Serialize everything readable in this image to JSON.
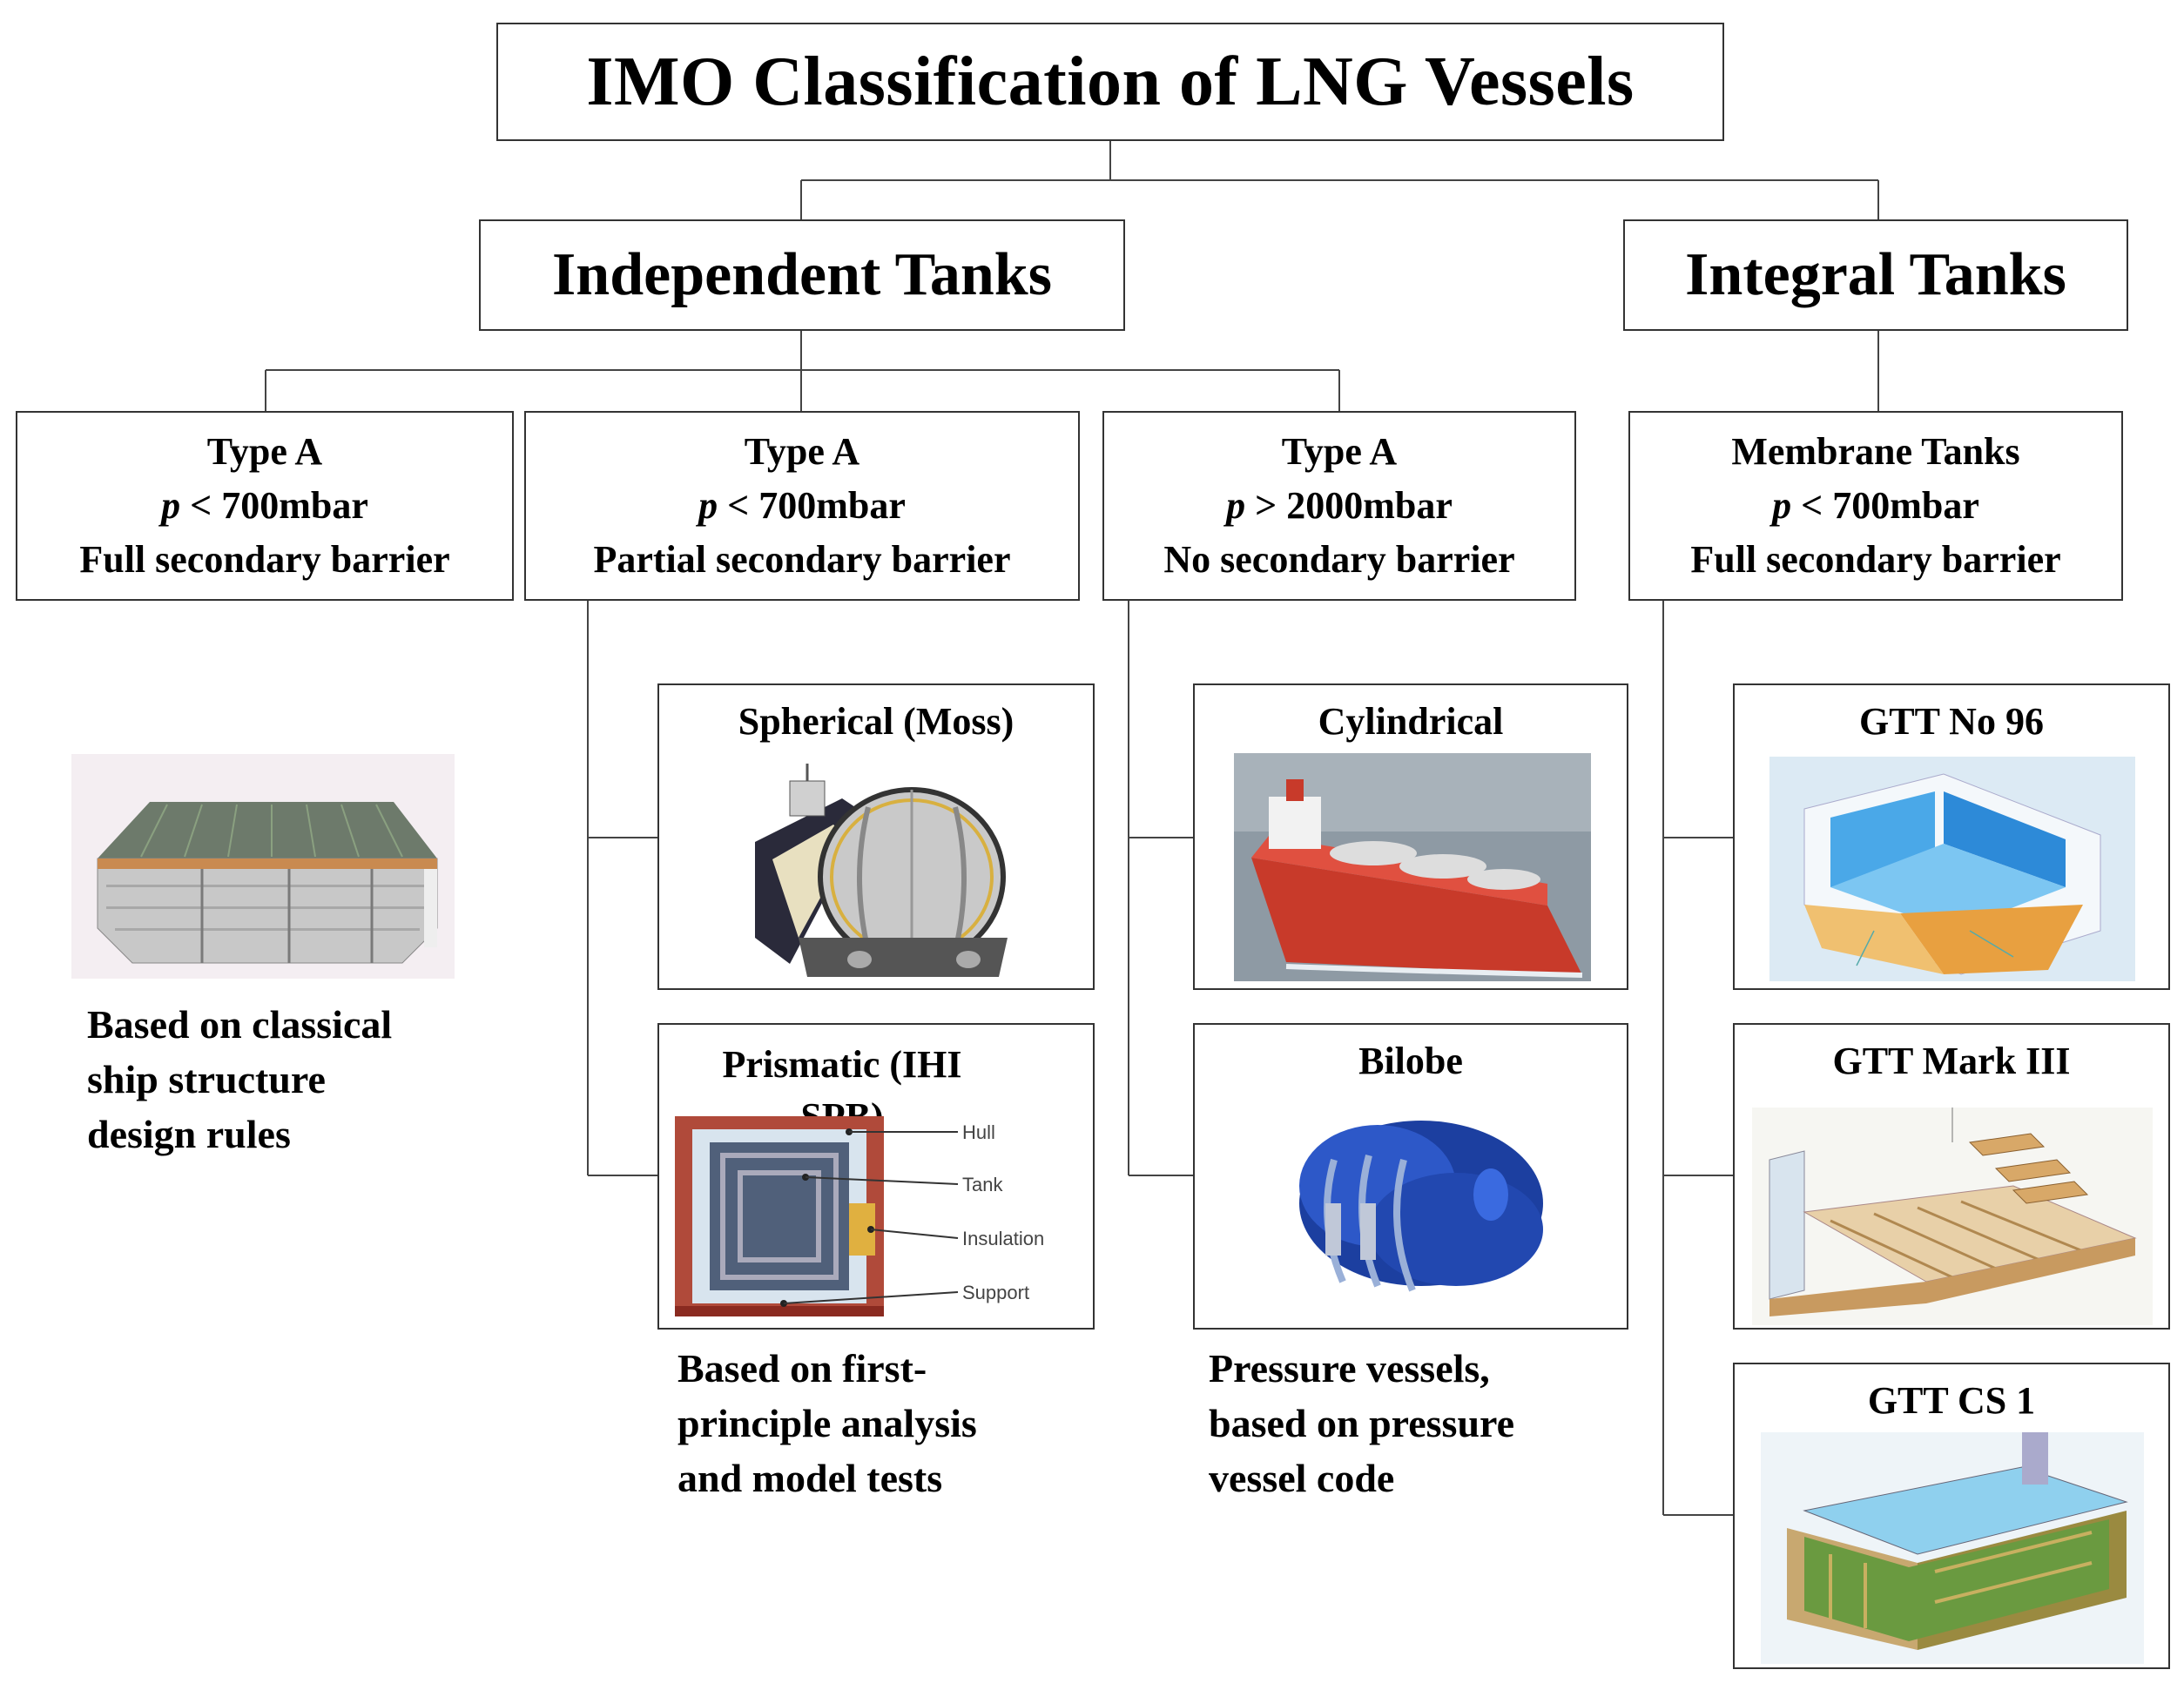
{
  "title": "IMO Classification of LNG Vessels",
  "independent": {
    "label": "Independent Tanks",
    "types": [
      {
        "name": "Type A",
        "p_symbol": "p",
        "pressure": "< 700mbar",
        "barrier": "Full secondary barrier",
        "description": [
          "Based on classical",
          "ship structure",
          "design rules"
        ]
      },
      {
        "name": "Type A",
        "p_symbol": "p",
        "pressure": "< 700mbar",
        "barrier": "Partial secondary barrier",
        "examples": [
          {
            "name": "Spherical (Moss)"
          },
          {
            "name": "Prismatic (IHI SPB)",
            "callouts": [
              "Hull",
              "Tank",
              "Insulation",
              "Support"
            ]
          }
        ],
        "description": [
          "Based on first-",
          "principle analysis",
          "and model tests"
        ]
      },
      {
        "name": "Type A",
        "p_symbol": "p",
        "pressure": "> 2000mbar",
        "barrier": "No secondary barrier",
        "examples": [
          {
            "name": "Cylindrical"
          },
          {
            "name": "Bilobe"
          }
        ],
        "description": [
          "Pressure vessels,",
          "based on pressure",
          "vessel code"
        ]
      }
    ]
  },
  "integral": {
    "label": "Integral Tanks",
    "types": [
      {
        "name": "Membrane Tanks",
        "p_symbol": "p",
        "pressure": "< 700mbar",
        "barrier": "Full secondary barrier",
        "examples": [
          {
            "name": "GTT No 96"
          },
          {
            "name": "GTT Mark III"
          },
          {
            "name": "GTT CS 1"
          }
        ]
      }
    ]
  }
}
